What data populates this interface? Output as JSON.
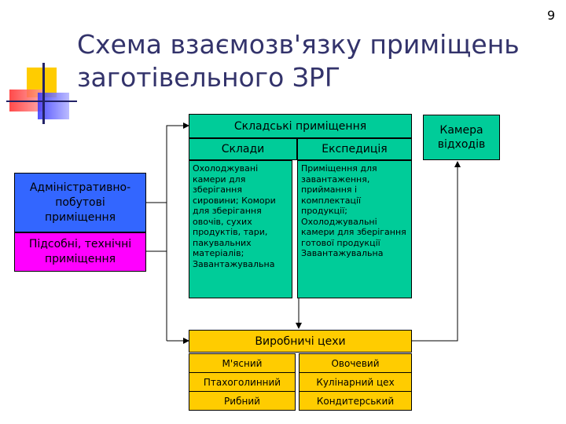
{
  "page_number": "9",
  "title": {
    "line1": "Схема взаємозв'язку приміщень",
    "line2": "заготівельного ЗРГ"
  },
  "storage": {
    "header": "Складські приміщення",
    "col1_header": "Склади",
    "col2_header": "Експедиція",
    "col1_body": "Охолоджувані камери для зберігання сировини; Комори для зберігання овочів, сухих продуктів, тари, пакувальних матеріалів; Завантажувальна",
    "col2_body": "Приміщення для завантаження, приймання і комплектації продукції; Охолоджувальні камери для зберігання готової продукції Завантажувальна"
  },
  "waste_chamber": "Камера відходів",
  "admin_rooms": "Адміністративно-побутові приміщення",
  "aux_rooms": "Підсобні, технічні приміщення",
  "production": {
    "header": "Виробничі цехи",
    "shops": [
      [
        "М'ясний",
        "Овочевий"
      ],
      [
        "Птахоголинний",
        "Кулінарний цех"
      ],
      [
        "Рибний",
        "Кондитерський"
      ]
    ]
  },
  "colors": {
    "green": "#00cc99",
    "gold": "#ffcc00",
    "blue": "#3366ff",
    "magenta": "#ff00ff",
    "title": "#33336b"
  }
}
